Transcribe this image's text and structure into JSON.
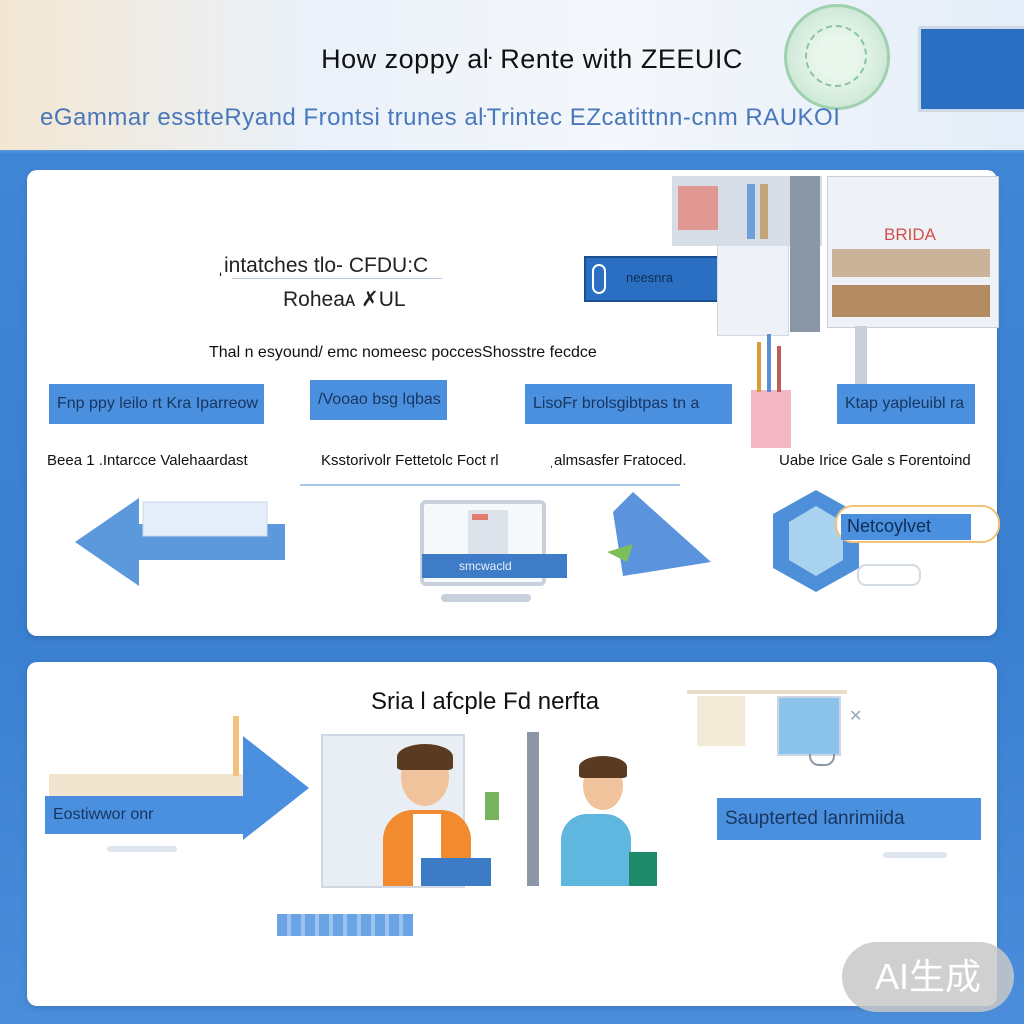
{
  "header": {
    "title": "How zoppy aŀ Rente with ZEEUIC",
    "subtitle": "eGammar esstteRyand Frontsi trunes aŀTrintec EZcatittnn-cnm RAUKOI"
  },
  "top_section": {
    "heading_line1": "ˌintatches tlo- CFDU:C",
    "heading_line2": "Roheaᴀ ✗UL",
    "screen_label": "neesnra",
    "shelf_sign": "BRIDA",
    "description": "Thal n esyound/ emc nomeesc poccesShosstre fecdce",
    "tags": [
      "Fnp ppy leilo rt Kra Iparreow",
      "/Vooao bsg lqbas",
      "LisoFr brolsgibtpas tn a",
      "Ktap yapleuibl ra"
    ],
    "captions": [
      "Beea 1 .Intarcce Valehaardast",
      "Ksstorivolr Fettetolc Foct rl",
      "ˌalmsasfer Fratoced.",
      "Uabe Irice Gale s Forentoind"
    ],
    "device_label": "smcwacld",
    "box_label": "Netcoylvet"
  },
  "bottom_section": {
    "heading": "Sria l afcple Fd nerfta",
    "left_tag": "Eostiwwor onr",
    "right_tag": "Saupterted lanrimiida"
  },
  "badge": {
    "text": "AI生成"
  },
  "colors": {
    "accent": "#4b90de",
    "background": "#3a7fd0"
  }
}
